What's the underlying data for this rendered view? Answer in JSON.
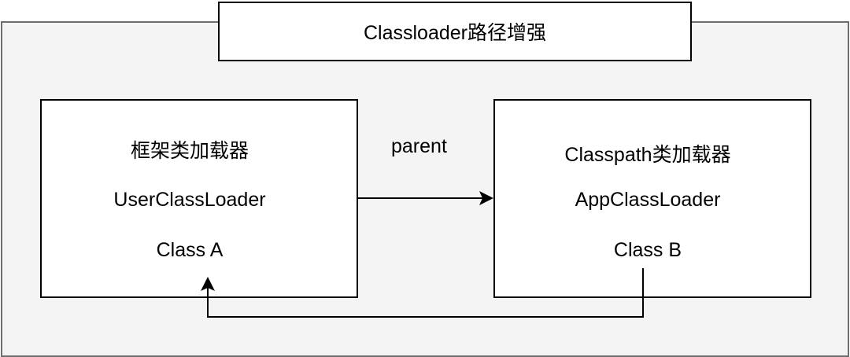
{
  "title": "Classloader路径增强",
  "left_box": {
    "lines": [
      "框架类加载器",
      "UserClassLoader",
      "Class A"
    ]
  },
  "right_box": {
    "lines": [
      "Classpath类加载器",
      "AppClassLoader",
      "Class B"
    ]
  },
  "edge_label": "parent"
}
